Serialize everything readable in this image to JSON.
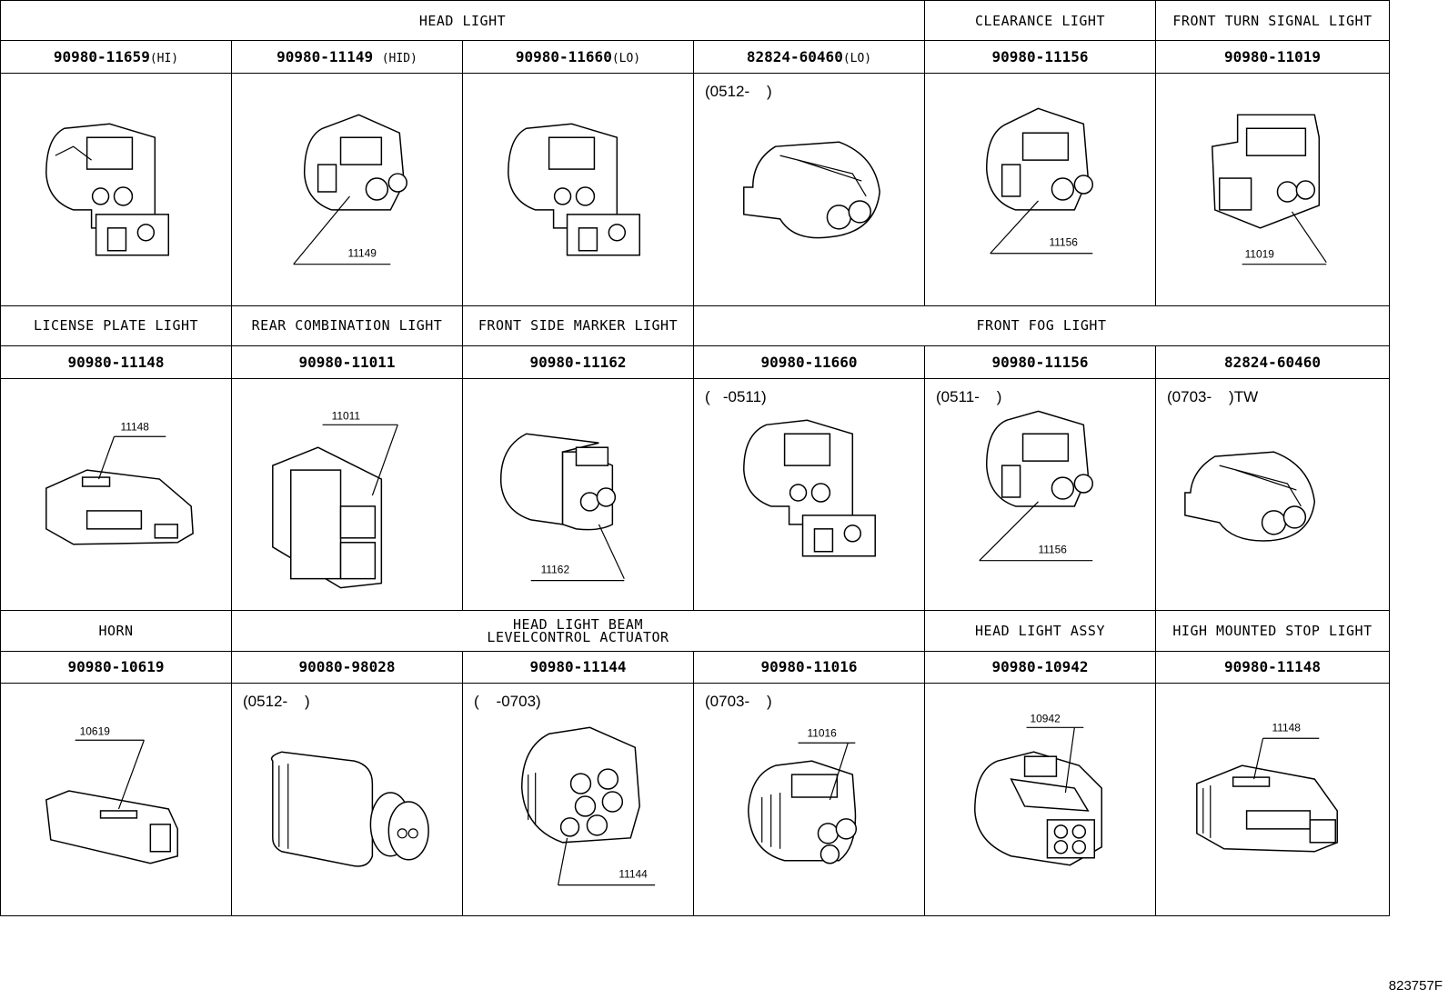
{
  "sections": {
    "head_light": "HEAD LIGHT",
    "clearance_light": "CLEARANCE LIGHT",
    "front_turn_signal_light": "FRONT TURN SIGNAL LIGHT",
    "license_plate_light": "LICENSE PLATE LIGHT",
    "rear_combination_light": "REAR COMBINATION LIGHT",
    "front_side_marker_light": "FRONT SIDE MARKER LIGHT",
    "front_fog_light": "FRONT FOG LIGHT",
    "horn": "HORN",
    "beam_level_line1": "HEAD LIGHT BEAM",
    "beam_level_line2": "LEVELCONTROL ACTUATOR",
    "head_light_assy": "HEAD LIGHT ASSY",
    "high_mounted_stop_light": "HIGH MOUNTED STOP LIGHT"
  },
  "row1": [
    {
      "part": "90980-11659",
      "suffix": "(HI)",
      "callout": "",
      "note": ""
    },
    {
      "part": "90980-11149",
      "suffix": "(HID)",
      "callout": "11149",
      "note": ""
    },
    {
      "part": "90980-11660",
      "suffix": "(LO)",
      "callout": "",
      "note": ""
    },
    {
      "part": "82824-60460",
      "suffix": "(LO)",
      "callout": "",
      "note": "(0512-    )"
    },
    {
      "part": "90980-11156",
      "suffix": "",
      "callout": "11156",
      "note": ""
    },
    {
      "part": "90980-11019",
      "suffix": "",
      "callout": "11019",
      "note": ""
    }
  ],
  "row2": [
    {
      "part": "90980-11148",
      "suffix": "",
      "callout": "11148",
      "note": ""
    },
    {
      "part": "90980-11011",
      "suffix": "",
      "callout": "11011",
      "note": ""
    },
    {
      "part": "90980-11162",
      "suffix": "",
      "callout": "11162",
      "note": ""
    },
    {
      "part": "90980-11660",
      "suffix": "",
      "callout": "",
      "note": "(   -0511)"
    },
    {
      "part": "90980-11156",
      "suffix": "",
      "callout": "11156",
      "note": "(0511-    )"
    },
    {
      "part": "82824-60460",
      "suffix": "",
      "callout": "",
      "note": "(0703-    )TW"
    }
  ],
  "row3": [
    {
      "part": "90980-10619",
      "suffix": "",
      "callout": "10619",
      "note": ""
    },
    {
      "part": "90080-98028",
      "suffix": "",
      "callout": "",
      "note": "(0512-    )"
    },
    {
      "part": "90980-11144",
      "suffix": "",
      "callout": "11144",
      "note": "(    -0703)"
    },
    {
      "part": "90980-11016",
      "suffix": "",
      "callout": "11016",
      "note": "(0703-    )"
    },
    {
      "part": "90980-10942",
      "suffix": "",
      "callout": "10942",
      "note": ""
    },
    {
      "part": "90980-11148",
      "suffix": "",
      "callout": "11148",
      "note": ""
    }
  ],
  "figure_id": "823757F"
}
